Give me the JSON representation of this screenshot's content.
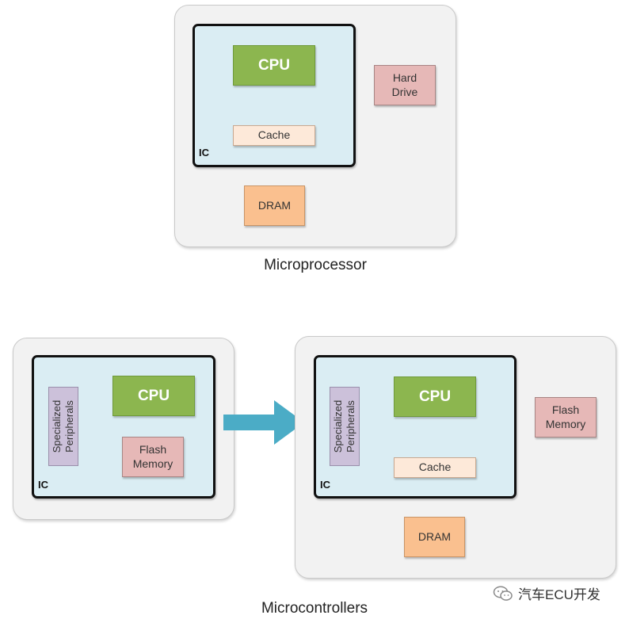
{
  "microprocessor": {
    "caption": "Microprocessor",
    "ic_label": "IC",
    "cpu": "CPU",
    "cache": "Cache",
    "dram": "DRAM",
    "hard_drive": "Hard\nDrive"
  },
  "microcontroller_basic": {
    "ic_label": "IC",
    "cpu": "CPU",
    "flash": "Flash\nMemory",
    "peripherals": "Specialized\nPeripherals"
  },
  "microcontroller_extended": {
    "ic_label": "IC",
    "cpu": "CPU",
    "cache": "Cache",
    "dram": "DRAM",
    "flash": "Flash\nMemory",
    "peripherals": "Specialized\nPeripherals"
  },
  "microcontrollers_caption": "Microcontrollers",
  "arrow_color": "#4bacc6",
  "watermark": "汽车ECU开发",
  "watermark_icon": "wechat-icon"
}
